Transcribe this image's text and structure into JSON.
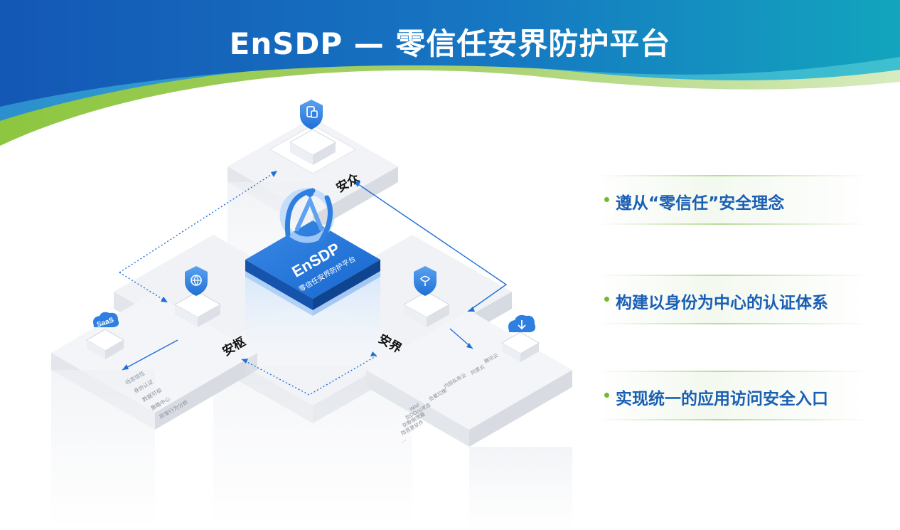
{
  "title": "EnSDP — 零信任安界防护平台",
  "center_block": {
    "brand": "EnSDP",
    "subtitle": "零信任安界防护平台"
  },
  "nodes": {
    "top": "安众",
    "left": "安枢",
    "right": "安界"
  },
  "tags": {
    "saas": "SaaS"
  },
  "left_panel_items": [
    "动态信任",
    "身份认证",
    "数据可视",
    "策略中心",
    "异常行为分析"
  ],
  "right_panel_items": [
    "腾讯云",
    "阿里云",
    "内部私有云",
    "负载均衡",
    "WAF",
    "抗DDos攻击",
    "防数据泄露",
    "防恶意软件",
    "..."
  ],
  "features": [
    "遵从“零信任”安全理念",
    "构建以身份为中心的认证体系",
    "实现统一的应用访问安全入口"
  ],
  "colors": {
    "header_blue": "#1565c0",
    "header_teal": "#17a2b8",
    "green_swoosh": "#7cc242",
    "accent_blue": "#1a6fd6",
    "feature_text": "#1a5fb4",
    "bullet_green": "#6dbb2e"
  }
}
